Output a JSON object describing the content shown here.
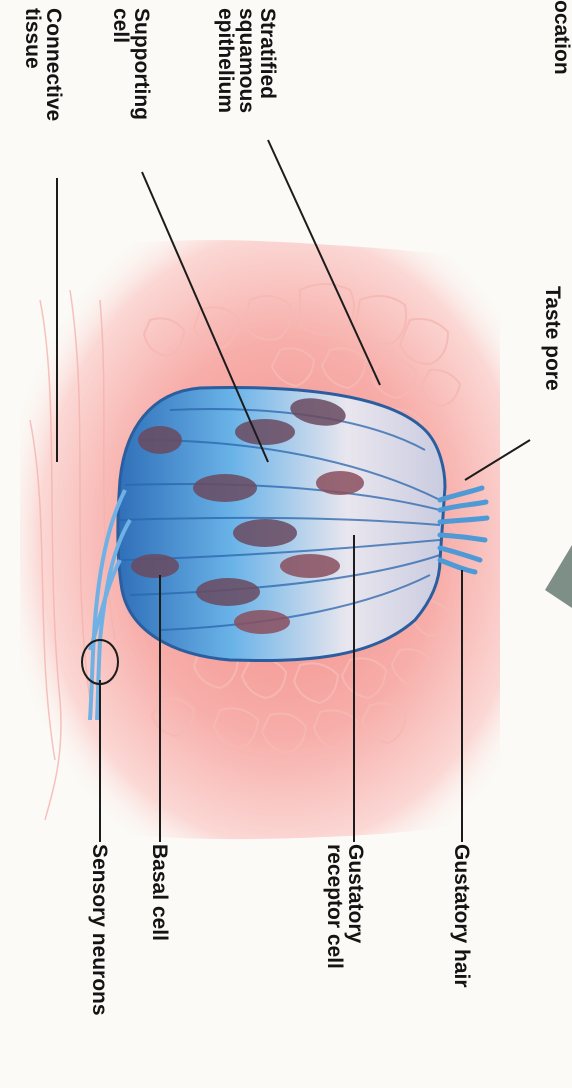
{
  "labels": {
    "location_partial": "ocation",
    "taste_pore": "Taste pore",
    "stratified_squamous_epithelium": "Stratified\nsquamous\nepithelium",
    "supporting_cell": "Supporting\ncell",
    "connective_tissue": "Connective\ntissue",
    "gustatory_hair": "Gustatory hair",
    "gustatory_receptor_cell": "Gustatory\nreceptor cell",
    "basal_cell": "Basal cell",
    "sensory_neurons": "Sensory neurons"
  },
  "colors": {
    "tissue_pink": "#f39a97",
    "tissue_light": "#fbd9d6",
    "cell_blue": "#5ca7df",
    "cell_dark_blue": "#2f6fb8",
    "nucleus": "#6e4a5c",
    "leader_line": "#1c1c1c",
    "pointer_gray": "#7d8f86"
  }
}
